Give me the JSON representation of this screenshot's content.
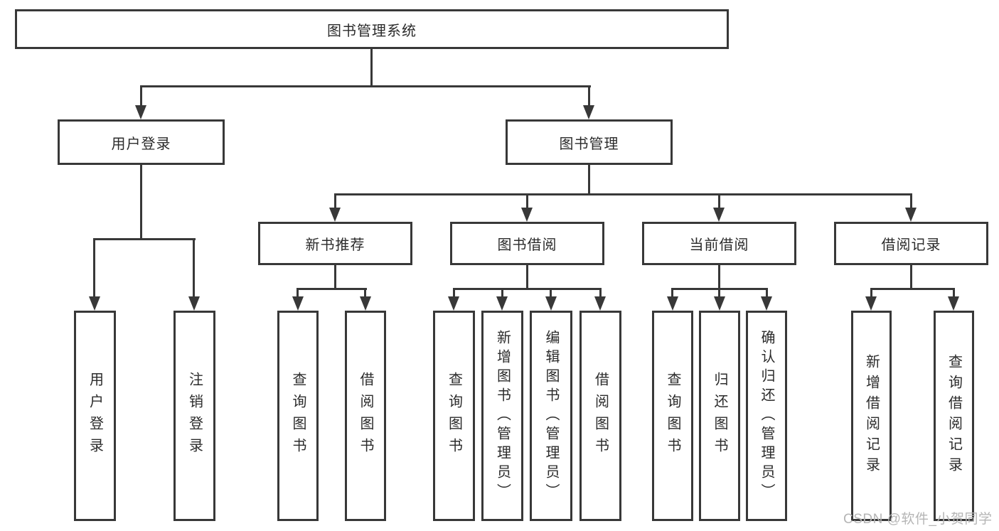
{
  "diagram": {
    "root": {
      "label": "图书管理系统"
    },
    "branches": [
      {
        "label": "用户登录",
        "children": [
          "用户登录",
          "注销登录"
        ]
      },
      {
        "label": "图书管理",
        "children": [
          {
            "label": "新书推荐",
            "children": [
              "查询图书",
              "借阅图书"
            ]
          },
          {
            "label": "图书借阅",
            "children": [
              "查询图书",
              "新增图书（管理员）",
              "编辑图书（管理员）",
              "借阅图书"
            ]
          },
          {
            "label": "当前借阅",
            "children": [
              "查询图书",
              "归还图书",
              "确认归还（管理员）"
            ]
          },
          {
            "label": "借阅记录",
            "children": [
              "新增借阅记录",
              "查询借阅记录"
            ]
          }
        ]
      }
    ]
  },
  "watermark": {
    "text": "CSDN @软件_小贺同学",
    "color": "#b5b5b5"
  },
  "colors": {
    "line": "#383838",
    "text": "#2b2b2b",
    "background": "#ffffff"
  }
}
